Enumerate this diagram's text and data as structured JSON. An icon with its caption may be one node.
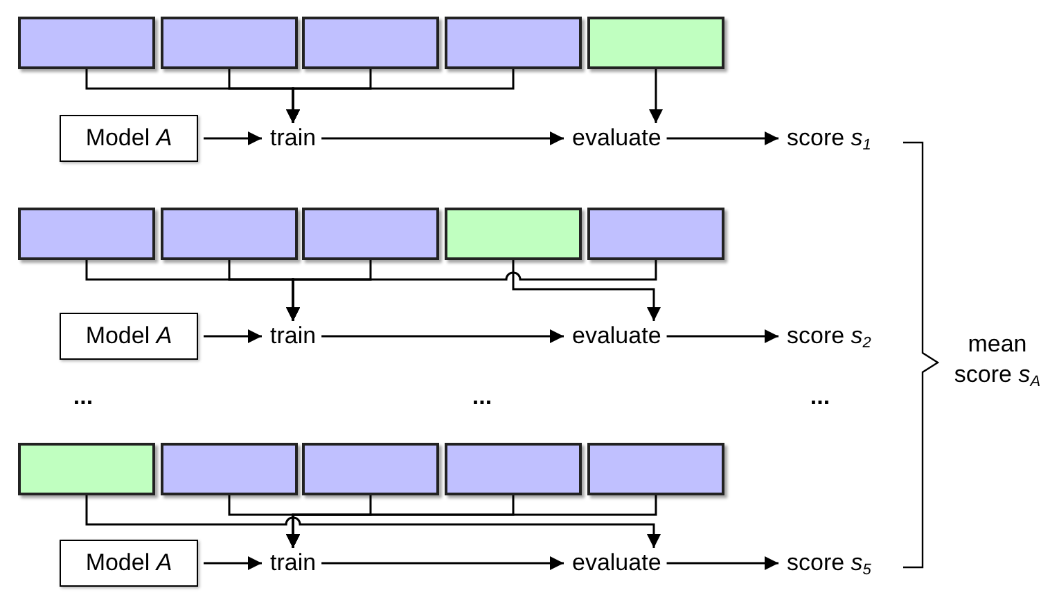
{
  "diagram": {
    "nodes": [
      {
        "text": [],
        "shape": "box"
      },
      {
        "text": [],
        "shape": "box"
      },
      {
        "text": [],
        "shape": "box"
      },
      {
        "text": [],
        "shape": "box"
      },
      {
        "text": [],
        "shape": "box"
      },
      {
        "text": [
          "Model *A*"
        ]
      },
      {
        "text": [
          "train"
        ]
      },
      {
        "text": [
          "evaluate"
        ]
      },
      {
        "text": [
          "score *s*$_{1}$"
        ]
      },
      {
        "text": [],
        "shape": "box"
      },
      {
        "text": [],
        "shape": "box"
      },
      {
        "text": [],
        "shape": "box"
      },
      {
        "text": [],
        "shape": "box"
      },
      {
        "text": [],
        "shape": "box"
      },
      {
        "text": [
          "Model *A*"
        ]
      },
      {
        "text": [
          "train"
        ]
      },
      {
        "text": [
          "evaluate"
        ]
      },
      {
        "text": [
          "score *s*$_{2}$"
        ]
      },
      {
        "text": [],
        "shape": "box"
      },
      {
        "text": [],
        "shape": "box"
      },
      {
        "text": [],
        "shape": "box"
      },
      {
        "text": [],
        "shape": "box"
      },
      {
        "text": [],
        "shape": "box"
      },
      {
        "text": [
          "Model *A*"
        ]
      },
      {
        "text": [
          "train"
        ]
      },
      {
        "text": [
          "evaluate"
        ]
      },
      {
        "text": [
          "score *s*$_{5}$"
        ]
      }
    ],
    "edges": [
      {
        "from": 0,
        "to": 6,
        "arrow": "to"
      },
      {
        "from": 1,
        "to": 6,
        "arrow": "to"
      },
      {
        "from": 2,
        "to": 6,
        "arrow": "to"
      },
      {
        "from": 3,
        "to": 6,
        "arrow": "to"
      },
      {
        "from": 4,
        "to": 7,
        "arrow": "to"
      },
      {
        "from": 5,
        "to": 6,
        "arrow": "to"
      },
      {
        "from": 6,
        "to": 7,
        "arrow": "to"
      },
      {
        "from": 7,
        "to": 8,
        "arrow": "to"
      },
      {
        "from": 9,
        "to": 15,
        "arrow": "to"
      },
      {
        "from": 10,
        "to": 15,
        "arrow": "to"
      },
      {
        "from": 11,
        "to": 15,
        "arrow": "to"
      },
      {
        "from": 12,
        "to": 16,
        "arrow": "to"
      },
      {
        "from": 13,
        "to": 15,
        "arrow": "to"
      },
      {
        "from": 14,
        "to": 15,
        "arrow": "to"
      },
      {
        "from": 15,
        "to": 16,
        "arrow": "to"
      },
      {
        "from": 16,
        "to": 17,
        "arrow": "to"
      },
      {
        "from": 18,
        "to": 25,
        "arrow": "to"
      },
      {
        "from": 19,
        "to": 24,
        "arrow": "to"
      },
      {
        "from": 20,
        "to": 24,
        "arrow": "to"
      },
      {
        "from": 21,
        "to": 24,
        "arrow": "to"
      },
      {
        "from": 22,
        "to": 24,
        "arrow": "to"
      },
      {
        "from": 23,
        "to": 24,
        "arrow": "to"
      },
      {
        "from": 24,
        "to": 25,
        "arrow": "to"
      },
      {
        "from": 25,
        "to": 26,
        "arrow": "to"
      }
    ],
    "labels": [
      "...",
      "...",
      "...",
      "mean score *s*$_{A}$"
    ]
  }
}
